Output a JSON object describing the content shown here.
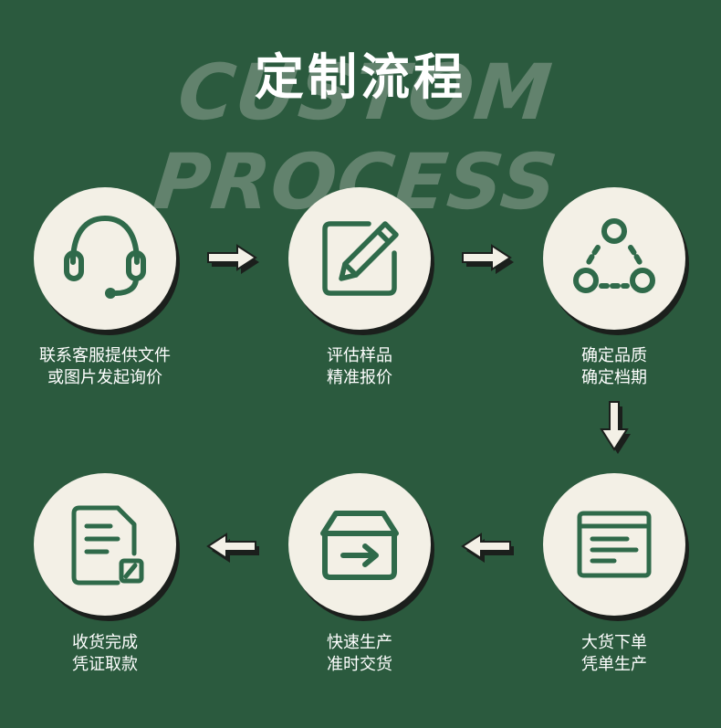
{
  "header": {
    "title": "定制流程",
    "bg_word": "CUSTOM PROCESS"
  },
  "steps": [
    {
      "icon": "headset-icon",
      "line1": "联系客服提供文件",
      "line2": "或图片发起询价"
    },
    {
      "icon": "edit-icon",
      "line1": "评估样品",
      "line2": "精准报价"
    },
    {
      "icon": "cycle-icon",
      "line1": "确定品质",
      "line2": "确定档期"
    },
    {
      "icon": "document-icon",
      "line1": "大货下单",
      "line2": "凭单生产"
    },
    {
      "icon": "box-arrow-icon",
      "line1": "快速生产",
      "line2": "准时交货"
    },
    {
      "icon": "invoice-icon",
      "line1": "收货完成",
      "line2": "凭证取款"
    }
  ],
  "colors": {
    "background": "#2b5a3e",
    "circle": "#f3f0e6",
    "icon": "#2f6a4a",
    "shadow": "#1b1f1c"
  }
}
